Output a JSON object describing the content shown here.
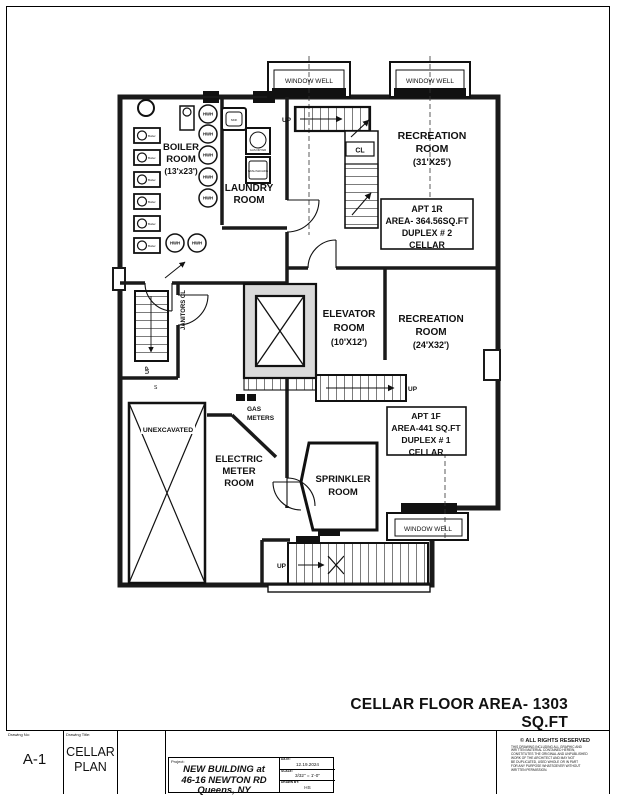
{
  "drawing": {
    "floor_area": "CELLAR FLOOR AREA- 1303 SQ.FT",
    "labels": {
      "window_well": "WINDOW WELL",
      "up": "UP",
      "cl": "CL",
      "janitors_cl": "JANITORS CL",
      "s": "S",
      "hwh": "HWH",
      "boiler_unit": "Boiler",
      "sink": "SINK",
      "gas_dryer": "GAS DRYER",
      "wash_machine": "WASH MACHINE",
      "gas_meters": [
        "GAS",
        "METERS"
      ]
    },
    "rooms": {
      "boiler": [
        "BOILER",
        "ROOM",
        "(13'x23')"
      ],
      "laundry": [
        "LAUNDRY",
        "ROOM"
      ],
      "recreation_upper": [
        "RECREATION",
        "ROOM",
        "(31'X25')"
      ],
      "recreation_lower": [
        "RECREATION",
        "ROOM",
        "(24'X32')"
      ],
      "elevator": [
        "ELEVATOR",
        "ROOM",
        "(10'X12')"
      ],
      "electric_meter": [
        "ELECTRIC",
        "METER",
        "ROOM"
      ],
      "sprinkler": [
        "SPRINKLER",
        "ROOM"
      ],
      "unexcavated": "UNEXCAVATED"
    },
    "apt_1r": [
      "APT 1R",
      "AREA- 364.56SQ.FT",
      "DUPLEX # 2",
      "CELLAR"
    ],
    "apt_1f": [
      "APT 1F",
      "AREA-441 SQ.FT",
      "DUPLEX # 1",
      "CELLAR"
    ]
  },
  "title_block": {
    "drawing_no_label": "Drawing No:",
    "drawing_no": "A-1",
    "drawing_title_label": "Drawing Title:",
    "drawing_title_line1": "CELLAR",
    "drawing_title_line2": "PLAN",
    "project_label": "Project:",
    "project_lines": [
      "NEW BUILDING at",
      "46-16 NEWTON RD",
      "Queens, NY"
    ],
    "date_label": "DATE:",
    "date": "12.19.2024",
    "scale_label": "SCALE:",
    "scale": "3/32\" = 1'-0\"",
    "drawn_by_label": "DRAWN BY:",
    "drawn_by": "HS",
    "copyright_symbol": "©",
    "copyright_title": "ALL RIGHTS RESERVED",
    "copyright_lines": [
      "THIS DRAWING INCLUDING ALL GRAPHIC AND",
      "WRITTEN MATERIAL CONTAINED HEREIN,",
      "CONSTITUTES THE ORIGINAL AND UNPUBLISHED",
      "WORK OF THE ARCHITECT AND MAY NOT",
      "BE DUPLICATED, USED WHOLE OR IN PART",
      "FOR ANY PURPOSE WHATSOEVER WITHOUT",
      "WRITTEN PERMISSION."
    ]
  }
}
